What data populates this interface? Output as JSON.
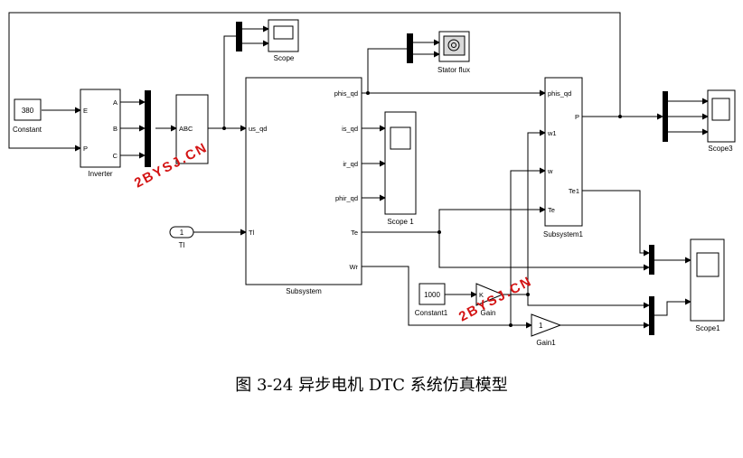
{
  "caption": "图 3-24 异步电机 DTC 系统仿真模型",
  "watermark": "2BYSJ.CN",
  "blocks": {
    "constant": {
      "label": "Constant",
      "value": "380"
    },
    "inverter": {
      "label": "Inverter",
      "ports_in": [
        "E",
        "P"
      ],
      "ports_out": [
        "A",
        "B",
        "C"
      ]
    },
    "abc_block": {
      "port_in": "ABC"
    },
    "scope": {
      "label": "Scope"
    },
    "stator_flux": {
      "label": "Stator flux"
    },
    "subsystem": {
      "label": "Subsystem",
      "ports_in": [
        "us_qd",
        "Tl"
      ],
      "ports_out": [
        "phis_qd",
        "is_qd",
        "ir_qd",
        "phir_qd",
        "Te",
        "Wr"
      ]
    },
    "scope1a": {
      "label": "Scope 1"
    },
    "tl_input": {
      "label": "Tl",
      "number": "1"
    },
    "constant1": {
      "label": "Constant1",
      "value": "1000"
    },
    "gain": {
      "label": "Gain",
      "symbol": "K"
    },
    "gain1": {
      "label": "Gain1",
      "value": "1"
    },
    "subsystem1": {
      "label": "Subsystem1",
      "ports_in": [
        "phis_qd",
        "w1",
        "w",
        "Te"
      ],
      "ports_out": [
        "P",
        "Te1"
      ]
    },
    "scope3": {
      "label": "Scope3"
    },
    "scope1b": {
      "label": "Scope1"
    }
  },
  "colors": {
    "watermark": "#d41414",
    "lines": "#000000"
  }
}
